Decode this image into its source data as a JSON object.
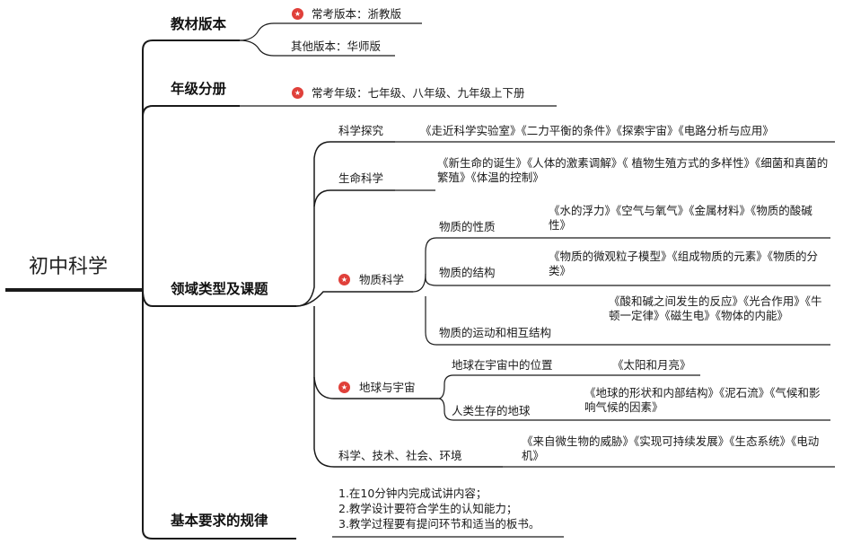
{
  "root": "初中科学",
  "icons": {
    "priority": "star-badge-icon",
    "color": "#e0403a"
  },
  "branches": {
    "textbook": {
      "title": "教材版本",
      "primary": "常考版本：浙教版",
      "secondary": "其他版本：华师版"
    },
    "grade": {
      "title": "年级分册",
      "item": "常考年级：七年级、八年级、九年级上下册"
    },
    "domains": {
      "title": "领域类型及课题",
      "inquiry": {
        "label": "科学探究",
        "topics": "《走近科学实验室》《二力平衡的条件》《探索宇宙》《电路分析与应用》"
      },
      "life": {
        "label": "生命科学",
        "topics": "《新生命的诞生》《人体的激素调解》《 植物生殖方式的多样性》《细菌和真菌的繁殖》《体温的控制》"
      },
      "matter": {
        "label": "物质科学",
        "properties": {
          "label": "物质的性质",
          "topics": "《水的浮力》《空气与氧气》《金属材料》《物质的酸碱性》"
        },
        "structure": {
          "label": "物质的结构",
          "topics": "《物质的微观粒子模型》《组成物质的元素》《物质的分类》"
        },
        "motion": {
          "label": "物质的运动和相互结构",
          "topics": "《酸和碱之间发生的反应》《光合作用》《牛顿一定律》《磁生电》《物体的内能》"
        }
      },
      "earth": {
        "label": "地球与宇宙",
        "position": {
          "label": "地球在宇宙中的位置",
          "topics": "《太阳和月亮》"
        },
        "home": {
          "label": "人类生存的地球",
          "topics": "《地球的形状和内部结构》《泥石流》《气候和影响气候的因素》"
        }
      },
      "sts": {
        "label": "科学、技术、社会、环境",
        "topics": "《来自微生物的威胁》《实现可持续发展》《生态系统》《电动机》"
      }
    },
    "requirements": {
      "title": "基本要求的规律",
      "items": [
        "1.在10分钟内完成试讲内容；",
        "2.教学设计要符合学生的认知能力；",
        "3.教学过程要有提问环节和适当的板书。"
      ]
    }
  }
}
